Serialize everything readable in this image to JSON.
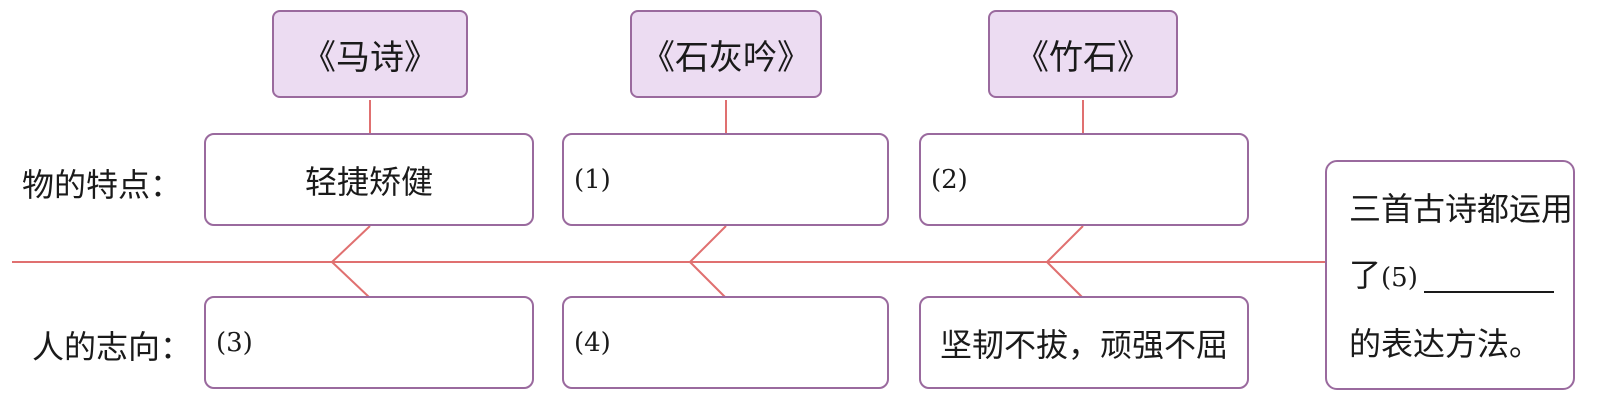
{
  "titles": {
    "poem1": "《马诗》",
    "poem2": "《石灰吟》",
    "poem3": "《竹石》"
  },
  "rows": {
    "traits_label": "物的特点：",
    "aspirations_label": "人的志向："
  },
  "cells": {
    "trait1": "轻捷矫健",
    "trait2": "(1)",
    "trait3": "(2)",
    "aspiration1": "(3)",
    "aspiration2": "(4)",
    "aspiration3": "坚韧不拔，顽强不屈"
  },
  "summary": {
    "line1": "三首古诗都运用",
    "line2_prefix": "了",
    "line2_num": "(5)",
    "line3": "的表达方法。"
  },
  "colors": {
    "line": "#e07070",
    "box_border": "#9a6a9e",
    "title_fill": "#ecdcf2"
  }
}
